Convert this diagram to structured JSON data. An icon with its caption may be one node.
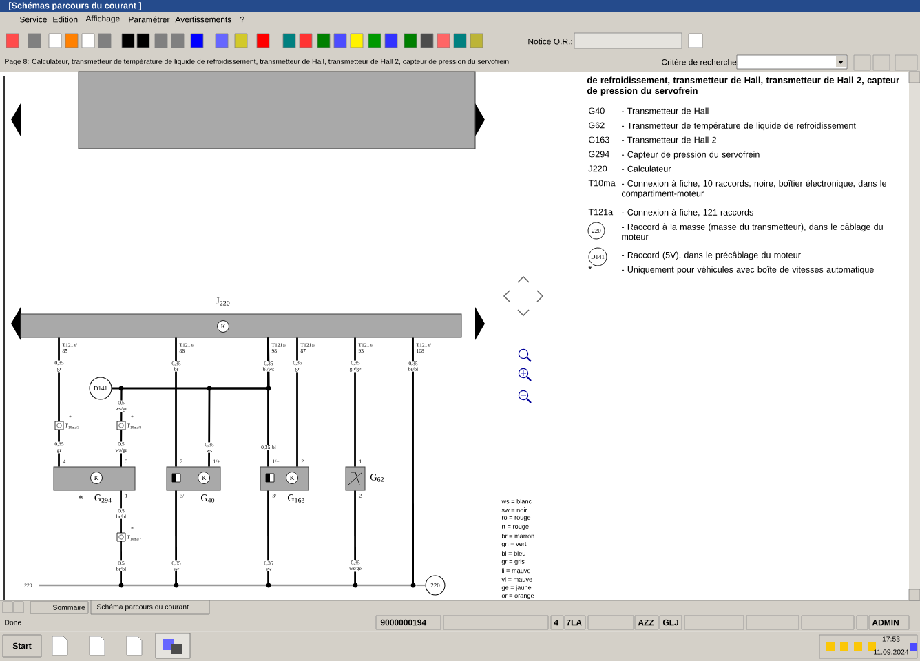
{
  "diagram": {
    "title": "[Schémas parcours du courant ]",
    "nodes": [
      {
        "text": [],
        "shape": "box"
      },
      {
        "text": [
          "J$_{220}$"
        ]
      },
      {
        "text": [
          "D141"
        ]
      },
      {
        "text": [
          "G$_{294}$"
        ],
        "beside": [
          "*"
        ]
      },
      {
        "text": [
          "G$_{40}$"
        ]
      },
      {
        "text": [
          "G$_{163}$"
        ]
      },
      {
        "text": [
          "G$_{62}$"
        ]
      },
      {
        "text": [],
        "shape": "bar",
        "beside": [
          "220"
        ]
      },
      {
        "text": [
          "220"
        ]
      }
    ],
    "edges": [
      {
        "from": 1,
        "to": 3,
        "arrow": "none"
      },
      {
        "from": 1,
        "to": 4,
        "arrow": "none"
      },
      {
        "from": 1,
        "to": 5,
        "arrow": "none"
      },
      {
        "from": 1,
        "to": 4,
        "arrow": "none"
      },
      {
        "from": 1,
        "to": 3,
        "arrow": "none"
      },
      {
        "from": 2,
        "to": 3,
        "arrow": "none"
      },
      {
        "from": 1,
        "to": 5,
        "arrow": "none"
      },
      {
        "from": 1,
        "to": 6,
        "arrow": "none"
      },
      {
        "from": 1,
        "to": 7,
        "arrow": "none"
      },
      {
        "from": 3,
        "to": 7,
        "arrow": "none"
      },
      {
        "from": 4,
        "to": 7,
        "arrow": "none"
      },
      {
        "from": 5,
        "to": 7,
        "arrow": "none"
      },
      {
        "from": 6,
        "to": 7,
        "arrow": "none"
      },
      {
        "from": 7,
        "to": 8,
        "arrow": "none",
        "color": "#9a9a9a"
      }
    ],
    "labels": [
      "Service",
      "Edition",
      "Affichage",
      "Paramétrer",
      "Avertissements",
      "?",
      "Notice O.R.:",
      "Page 8: Calculateur, transmetteur de température de liquide de refroidissement, transmetteur de Hall, transmetteur de Hall 2, capteur de pression du servofrein",
      "Critère de recherche:",
      "de refroidissement, transmetteur de Hall, transmetteur de Hall 2, capteur de pression du servofrein",
      "G40",
      "- Transmetteur de Hall",
      "G62",
      "- Transmetteur de température de liquide de refroidissement",
      "G163",
      "- Transmetteur de Hall 2",
      "G294",
      "- Capteur de pression du servofrein",
      "J220",
      "- Calculateur",
      "T10ma",
      "- Connexion à fiche, 10 raccords, noire, boîtier électronique, dans le compartiment-moteur",
      "T121a",
      "- Connexion à fiche, 121 raccords",
      "220",
      "- Raccord à la masse (masse du transmetteur), dans le câblage du moteur",
      "D141",
      "- Raccord (5V), dans le précâblage du moteur",
      "*",
      "- Uniquement pour véhicules avec boîte de vitesses automatique",
      "T121a/ 85",
      "T121a/ 86",
      "T121a/ 98",
      "T121a/ 87",
      "T121a/ 93",
      "T121a/ 108",
      "0,35 gr",
      "0,35 br",
      "0,35 bl/ws",
      "0,35 gr",
      "0,35 gn/ge",
      "0,35 br/bl",
      "0,5 ws/gr",
      "*",
      "T$_{10ma/3}$",
      "*",
      "T$_{10ma/8}$",
      "0,35 gr",
      "0,5 ws/gr",
      "0,35 ws",
      "0,35 bl",
      "4",
      "3",
      "2",
      "1/+",
      "1/+",
      "2",
      "1",
      "1",
      "3/-",
      "3/-",
      "2",
      "0,5 br/bl",
      "*",
      "T$_{10ma/7}$",
      "0,5 br/bl",
      "0,35 sw",
      "0,35 sw",
      "0,35 ws/ge",
      "ws = blanc",
      "sw = noir",
      "ro = rouge",
      "rt = rouge",
      "br = marron",
      "gn = vert",
      "bl = bleu",
      "gr = gris",
      "li = mauve",
      "vi = mauve",
      "ge = jaune",
      "or = orange",
      "Sommaire",
      "Schéma parcours du courant",
      "Done",
      "9000000194",
      "4",
      "7LA",
      "AZZ",
      "GLJ",
      "ADMIN",
      "Start",
      "17:53",
      "11.09.2024",
      "K",
      "K",
      "K",
      "K"
    ]
  }
}
